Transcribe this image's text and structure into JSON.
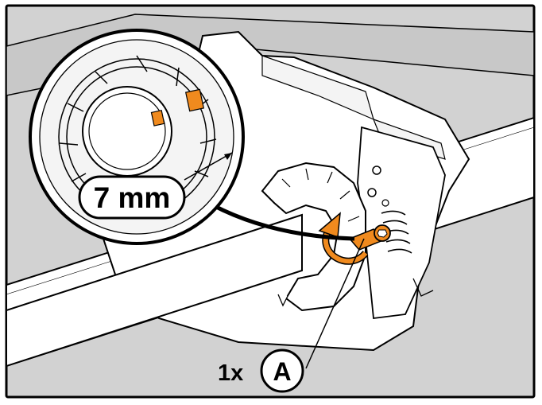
{
  "labels": {
    "measurement": "7 mm",
    "quantity": "1x",
    "part_letter": "A"
  },
  "colors": {
    "background": "#d2d2d2",
    "part_fill": "#ffffff",
    "line": "#000000",
    "accent": "#f08a1e"
  },
  "icons": {
    "rotation_arrow": "curved-arrow-icon",
    "magnifier": "detail-zoom-circle"
  }
}
